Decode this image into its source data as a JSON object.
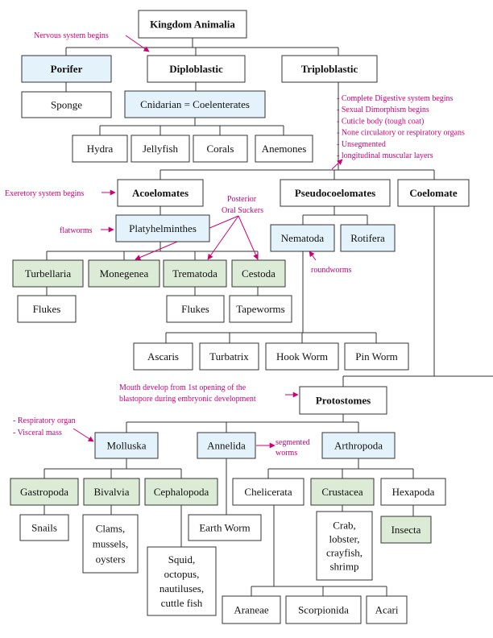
{
  "colors": {
    "white": "#ffffff",
    "blue": "#e4f3fb",
    "green": "#dcebd6",
    "annotation": "#cc0077",
    "line": "#333333"
  },
  "nodes": {
    "kingdom": "Kingdom Animalia",
    "porifer": "Porifer",
    "diploblastic": "Diploblastic",
    "triploblastic": "Triploblastic",
    "sponge": "Sponge",
    "cnidarian": "Cnidarian = Coelenterates",
    "hydra": "Hydra",
    "jellyfish": "Jellyfish",
    "corals": "Corals",
    "anemones": "Anemones",
    "acoelomates": "Acoelomates",
    "pseudocoelomates": "Pseudocoelomates",
    "coelomate": "Coelomate",
    "platyhelminthes": "Platyhelminthes",
    "nematoda": "Nematoda",
    "rotifera": "Rotifera",
    "turbellaria": "Turbellaria",
    "monegenea": "Monegenea",
    "trematoda": "Trematoda",
    "cestoda": "Cestoda",
    "flukes1": "Flukes",
    "flukes2": "Flukes",
    "tapeworms": "Tapeworms",
    "ascaris": "Ascaris",
    "turbatrix": "Turbatrix",
    "hookworm": "Hook Worm",
    "pinworm": "Pin Worm",
    "protostomes": "Protostomes",
    "molluska": "Molluska",
    "annelida": "Annelida",
    "arthropoda": "Arthropoda",
    "gastropoda": "Gastropoda",
    "bivalvia": "Bivalvia",
    "cephalopoda": "Cephalopoda",
    "chelicerata": "Chelicerata",
    "crustacea": "Crustacea",
    "hexapoda": "Hexapoda",
    "snails": "Snails",
    "clams": [
      "Clams,",
      "mussels,",
      "oysters"
    ],
    "earthworm": "Earth Worm",
    "crab": [
      "Crab,",
      "lobster,",
      "crayfish,",
      "shrimp"
    ],
    "insecta": "Insecta",
    "squid": [
      "Squid,",
      "octopus,",
      "nautiluses,",
      "cuttle fish"
    ],
    "araneae": "Araneae",
    "scorpionida": "Scorpionida",
    "acari": "Acari"
  },
  "annotations": {
    "nervous": "Nervous system begins",
    "triplo_features": [
      "- Complete Digestive system begins",
      "- Sexual Dimorphism begins",
      "- Cuticle body (tough coat)",
      "- None circulatory or respiratory organs",
      "- Unsegmented",
      "- longitudinal muscular layers"
    ],
    "excretory": "Exeretory system begins",
    "posterior": [
      "Posterior",
      "Oral Suckers"
    ],
    "flatworms": "flatworms",
    "roundworms": "roundworms",
    "mouth": [
      "Mouth develop from 1st opening of the",
      "blastopore during embryonic development"
    ],
    "respiratory": [
      "- Respiratory organ",
      "- Visceral mass"
    ],
    "segmented": [
      "segmented",
      "worms"
    ]
  }
}
